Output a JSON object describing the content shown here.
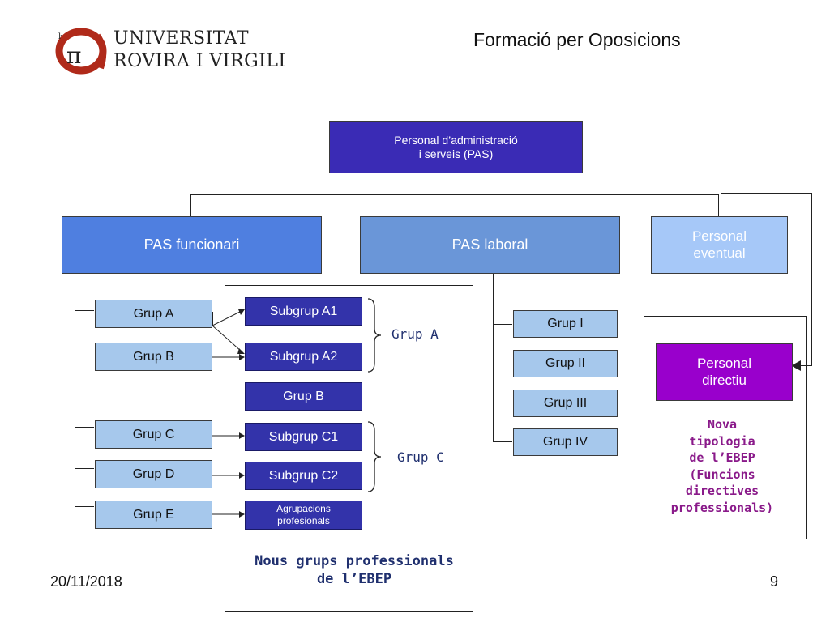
{
  "header": {
    "university_line1": "UNIVERSITAT",
    "university_line2": "ROVIRA I VIRGILI",
    "slide_title": "Formació per Oposicions"
  },
  "footer": {
    "date": "20/11/2018",
    "page_number": "9"
  },
  "diagram": {
    "root": {
      "line1": "Personal d’administració",
      "line2": "i serveis (PAS)"
    },
    "level2": {
      "funcionari": "PAS funcionari",
      "laboral": "PAS laboral",
      "eventual_line1": "Personal",
      "eventual_line2": "eventual"
    },
    "funcionari_groups": [
      "Grup A",
      "Grup B",
      "Grup C",
      "Grup D",
      "Grup E"
    ],
    "new_subgroups": {
      "a1": "Subgrup A1",
      "a2": "Subgrup A2",
      "b": "Grup B",
      "c1": "Subgrup C1",
      "c2": "Subgrup C2",
      "agrup_line1": "Agrupacions",
      "agrup_line2": "profesionals"
    },
    "brace_labels": {
      "grup_a": "Grup A",
      "grup_c": "Grup C"
    },
    "ebep_caption": {
      "line1": "Nous grups professionals",
      "line2": "de l’EBEP"
    },
    "laboral_groups": [
      "Grup I",
      "Grup II",
      "Grup III",
      "Grup IV"
    ],
    "directiu": {
      "box_line1": "Personal",
      "box_line2": "directiu",
      "caption": [
        "Nova",
        "tipologia",
        "de l’EBEP",
        "(Funcions",
        "directives",
        "professionals)"
      ]
    }
  },
  "colors": {
    "root_fill": "#3a2bb5",
    "funcionari_fill": "#4f7fe0",
    "laboral_fill": "#6a96d8",
    "eventual_fill": "#a6c8f8",
    "group_fill": "#a6c8ec",
    "subgroup_fill": "#3333aa",
    "directiu_fill": "#9900cc",
    "purple_text": "#8a1a8a",
    "navy_text": "#1f2f6e",
    "logo_red": "#b02a1a"
  }
}
